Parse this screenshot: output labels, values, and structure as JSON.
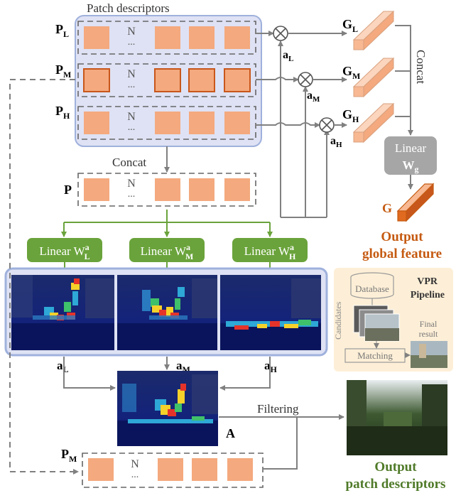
{
  "title": "Patch descriptors",
  "rows": [
    {
      "label_main": "P",
      "label_sub": "L",
      "n_label": "N",
      "dots": "..."
    },
    {
      "label_main": "P",
      "label_sub": "M",
      "n_label": "N",
      "dots": "..."
    },
    {
      "label_main": "P",
      "label_sub": "H",
      "n_label": "N",
      "dots": "..."
    }
  ],
  "concat_label": "Concat",
  "concat_row": {
    "label": "P",
    "n_label": "N",
    "dots": "..."
  },
  "linear_boxes": [
    {
      "text": "Linear W",
      "sup": "a",
      "sub": "L"
    },
    {
      "text": "Linear W",
      "sup": "a",
      "sub": "M"
    },
    {
      "text": "Linear W",
      "sup": "a",
      "sub": "H"
    }
  ],
  "attention_labels": [
    {
      "main": "a",
      "sub": "L"
    },
    {
      "main": "a",
      "sub": "M"
    },
    {
      "main": "a",
      "sub": "H"
    }
  ],
  "multiply_labels": [
    {
      "main": "a",
      "sub": "L"
    },
    {
      "main": "a",
      "sub": "M"
    },
    {
      "main": "a",
      "sub": "H"
    }
  ],
  "global_labels": [
    {
      "main": "G",
      "sub": "L"
    },
    {
      "main": "G",
      "sub": "M"
    },
    {
      "main": "G",
      "sub": "H"
    }
  ],
  "concat_vertical": "Concat",
  "linear_g": {
    "text": "Linear",
    "main": "W",
    "sub": "g"
  },
  "g_label": "G",
  "output_global": [
    "Output",
    "global feature"
  ],
  "combined_label": "A",
  "filtering_label": "Filtering",
  "bottom_row": {
    "label_main": "P",
    "label_sub": "M",
    "n_label": "N",
    "dots": "..."
  },
  "output_patch": [
    "Output",
    "patch descriptors"
  ],
  "vpr": {
    "title": [
      "VPR",
      "Pipeline"
    ],
    "database": "Database",
    "candidates": "Candidates",
    "matching": "Matching",
    "final": [
      "Final",
      "result"
    ]
  },
  "colors": {
    "patch_fill": "#f4a97e",
    "patch_stroke_medium": "#c8571c",
    "panel_bg": "#dfe2f4",
    "panel_stroke": "#9fb1dc",
    "green": "#6aa33b",
    "orange_text": "#c55a11",
    "green_text": "#4f7a28",
    "vpr_bg": "#fdefd7",
    "gray_box": "#a6a6a6"
  }
}
